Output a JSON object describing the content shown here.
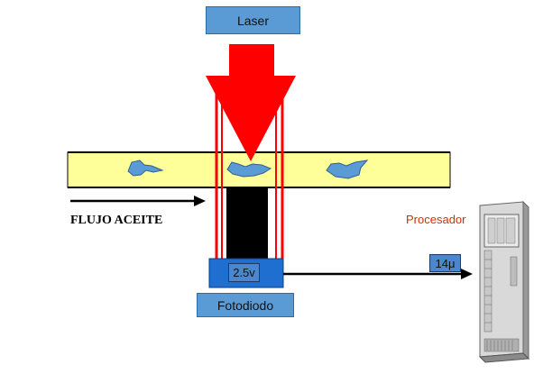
{
  "laser": {
    "label": "Laser"
  },
  "photodiode": {
    "label": "Fotodiodo",
    "reading": "2.5v"
  },
  "flow": {
    "label": "FLUJO ACEITE"
  },
  "processor": {
    "label": "Procesador",
    "signal": "14μ"
  },
  "colors": {
    "oil_pipe": "#ffff99",
    "laser_beam": "#ff0000",
    "box_fill": "#5b9bd5",
    "particle": "#5b9bd5",
    "processor_label": "#cc3300",
    "sensor_block": "#000000"
  }
}
